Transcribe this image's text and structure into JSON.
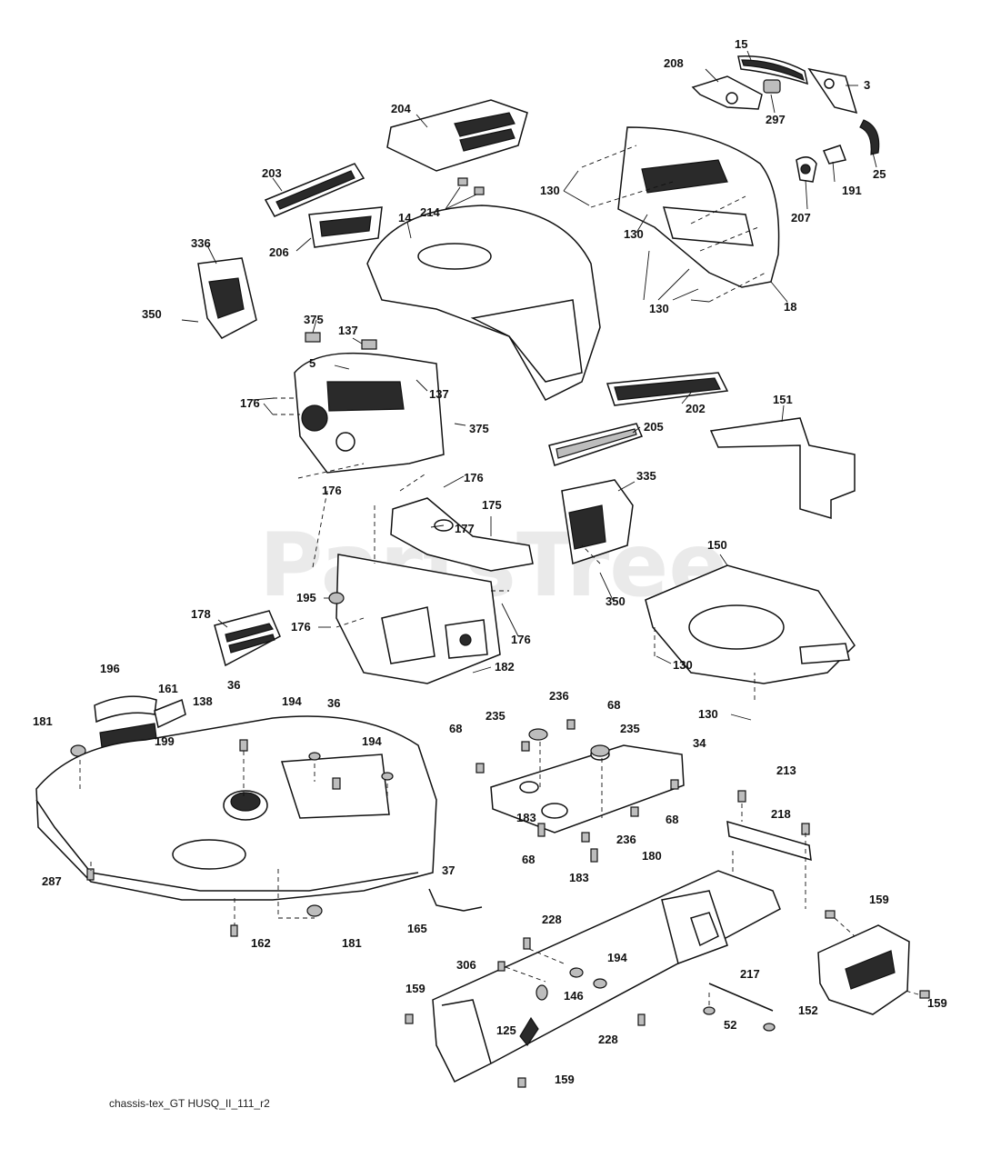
{
  "diagram": {
    "watermark": "PartsTree",
    "drawing_id": "chassis-tex_GT HUSQ_II_111_r2"
  },
  "callouts": [
    "15",
    "208",
    "3",
    "297",
    "204",
    "25",
    "191",
    "207",
    "130",
    "203",
    "214",
    "14",
    "130",
    "206",
    "336",
    "130",
    "18",
    "350",
    "375",
    "137",
    "137",
    "176",
    "5",
    "202",
    "375",
    "151",
    "176",
    "205",
    "176",
    "175",
    "177",
    "335",
    "150",
    "195",
    "178",
    "176",
    "350",
    "176",
    "182",
    "130",
    "130",
    "196",
    "161",
    "36",
    "194",
    "36",
    "138",
    "181",
    "199",
    "194",
    "235",
    "236",
    "68",
    "235",
    "34",
    "68",
    "213",
    "218",
    "183",
    "68",
    "236",
    "183",
    "68",
    "180",
    "287",
    "37",
    "162",
    "181",
    "165",
    "228",
    "306",
    "194",
    "146",
    "159",
    "125",
    "228",
    "159",
    "217",
    "52",
    "159",
    "152",
    "159"
  ]
}
